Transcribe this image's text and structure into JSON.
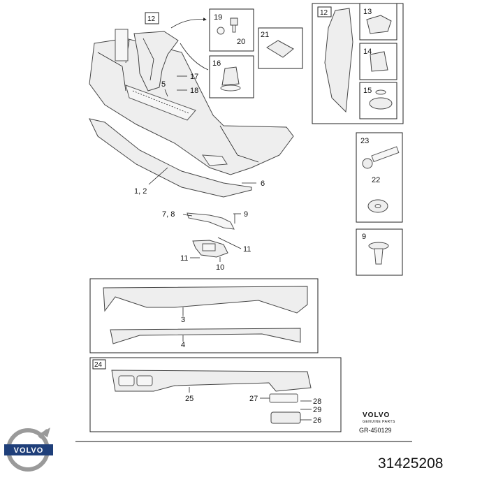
{
  "callouts": {
    "c12a": "12",
    "c19": "19",
    "c20": "20",
    "c21": "21",
    "c16": "16",
    "c17": "17",
    "c18": "18",
    "c5": "5",
    "c12b": "12",
    "c13": "13",
    "c14": "14",
    "c15": "15",
    "c23": "23",
    "c22": "22",
    "c9box": "9",
    "c12main": "1, 2",
    "c6": "6",
    "c78": "7, 8",
    "c9": "9",
    "c11a": "11",
    "c11b": "11",
    "c10": "10",
    "c3": "3",
    "c4": "4",
    "c24": "24",
    "c25": "25",
    "c27": "27",
    "c28": "28",
    "c29": "29",
    "c26": "26"
  },
  "footer": {
    "brand": "VOLVO",
    "brand_sub": "GENUINE PARTS",
    "drawing_ref": "GR-450129",
    "logo_text": "VOLVO",
    "part_number": "31425208"
  },
  "colors": {
    "line": "#222222",
    "part_fill": "#eeeeee",
    "logo_blue": "#1f3f7a"
  }
}
